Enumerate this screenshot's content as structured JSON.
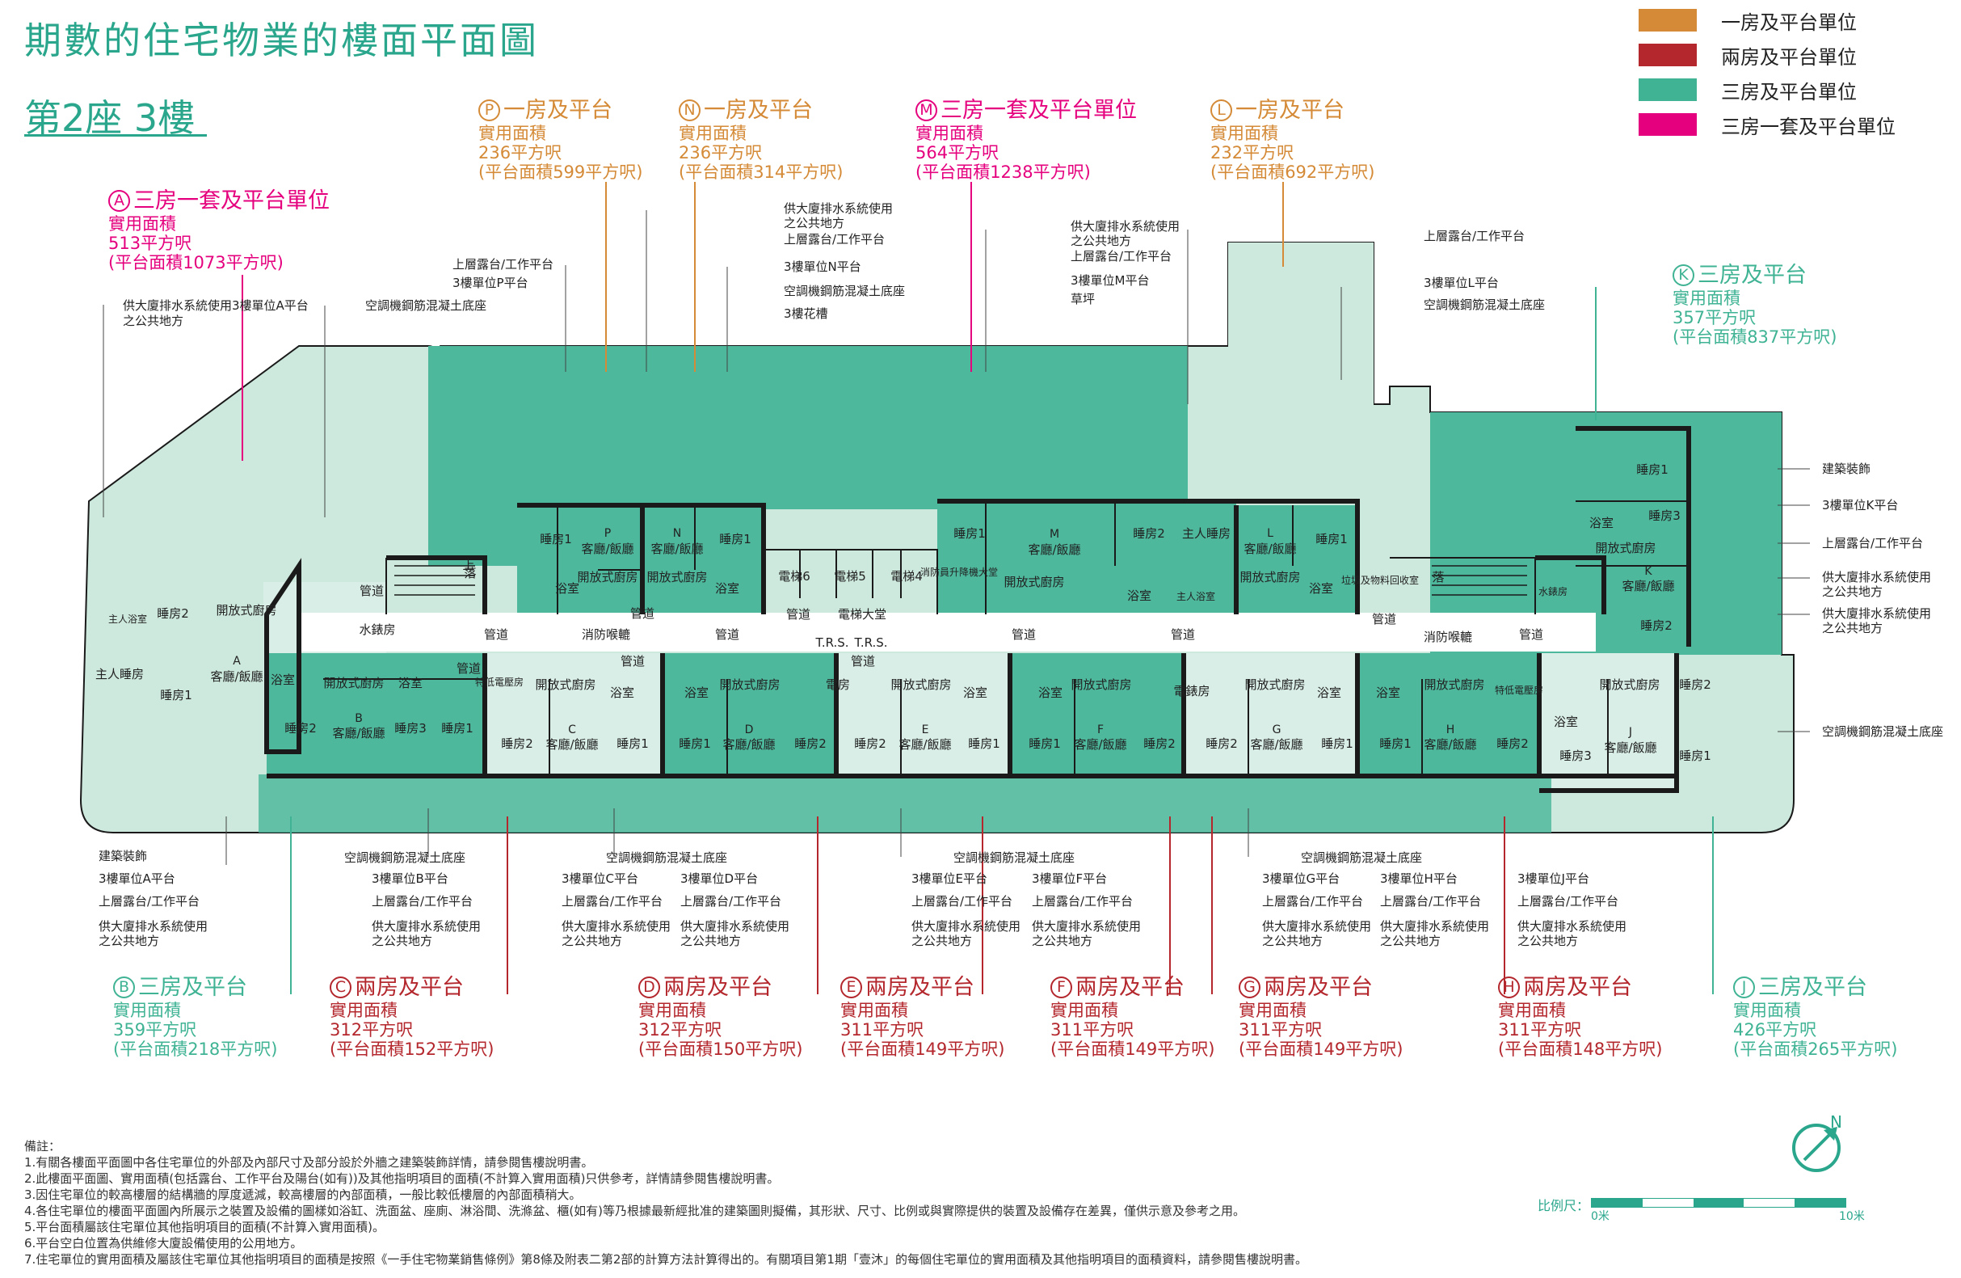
{
  "header": {
    "title": "期數的住宅物業的樓面平面圖",
    "tower_floor": "第2座  3樓"
  },
  "legend": [
    {
      "label": "一房及平台單位",
      "color": "#d48a36"
    },
    {
      "label": "兩房及平台單位",
      "color": "#b3272d"
    },
    {
      "label": "三房及平台單位",
      "color": "#3fb394"
    },
    {
      "label": "三房一套及平台單位",
      "color": "#e5007e"
    }
  ],
  "colors": {
    "accent": "#2aa68c",
    "one_bedroom": "#d48a36",
    "two_bedroom": "#b3272d",
    "three_bedroom": "#3fb394",
    "three_bedroom_suite": "#e5007e",
    "unit_fill": "#4db89c",
    "flat_roof_fill": "#cde8dd",
    "wall": "#1a1a1a"
  },
  "units": {
    "A": {
      "letter": "A",
      "type": "三房一套及平台單位",
      "saleable_label": "實用面積",
      "area": "513平方呎",
      "roof": "(平台面積1073平方呎)",
      "color": "#e5007e"
    },
    "P": {
      "letter": "P",
      "type": "一房及平台",
      "saleable_label": "實用面積",
      "area": "236平方呎",
      "roof": "(平台面積599平方呎)",
      "color": "#d48a36"
    },
    "N": {
      "letter": "N",
      "type": "一房及平台",
      "saleable_label": "實用面積",
      "area": "236平方呎",
      "roof": "(平台面積314平方呎)",
      "color": "#d48a36"
    },
    "M": {
      "letter": "M",
      "type": "三房一套及平台單位",
      "saleable_label": "實用面積",
      "area": "564平方呎",
      "roof": "(平台面積1238平方呎)",
      "color": "#e5007e"
    },
    "L": {
      "letter": "L",
      "type": "一房及平台",
      "saleable_label": "實用面積",
      "area": "232平方呎",
      "roof": "(平台面積692平方呎)",
      "color": "#d48a36"
    },
    "K": {
      "letter": "K",
      "type": "三房及平台",
      "saleable_label": "實用面積",
      "area": "357平方呎",
      "roof": "(平台面積837平方呎)",
      "color": "#3fb394"
    },
    "B": {
      "letter": "B",
      "type": "三房及平台",
      "saleable_label": "實用面積",
      "area": "359平方呎",
      "roof": "(平台面積218平方呎)",
      "color": "#3fb394"
    },
    "C": {
      "letter": "C",
      "type": "兩房及平台",
      "saleable_label": "實用面積",
      "area": "312平方呎",
      "roof": "(平台面積152平方呎)",
      "color": "#b3272d"
    },
    "D": {
      "letter": "D",
      "type": "兩房及平台",
      "saleable_label": "實用面積",
      "area": "312平方呎",
      "roof": "(平台面積150平方呎)",
      "color": "#b3272d"
    },
    "E": {
      "letter": "E",
      "type": "兩房及平台",
      "saleable_label": "實用面積",
      "area": "311平方呎",
      "roof": "(平台面積149平方呎)",
      "color": "#b3272d"
    },
    "F": {
      "letter": "F",
      "type": "兩房及平台",
      "saleable_label": "實用面積",
      "area": "311平方呎",
      "roof": "(平台面積149平方呎)",
      "color": "#b3272d"
    },
    "G": {
      "letter": "G",
      "type": "兩房及平台",
      "saleable_label": "實用面積",
      "area": "311平方呎",
      "roof": "(平台面積149平方呎)",
      "color": "#b3272d"
    },
    "H": {
      "letter": "H",
      "type": "兩房及平台",
      "saleable_label": "實用面積",
      "area": "311平方呎",
      "roof": "(平台面積148平方呎)",
      "color": "#b3272d"
    },
    "J": {
      "letter": "J",
      "type": "三房及平台",
      "saleable_label": "實用面積",
      "area": "426平方呎",
      "roof": "(平台面積265平方呎)",
      "color": "#3fb394"
    }
  },
  "annotations": {
    "top_left": {
      "drain": "供大廈排水系統使用3樓單位A平台",
      "drain2": "之公共地方",
      "ac": "空調機鋼筋混凝土底座"
    },
    "top_p": {
      "upper_roof": "上層露台/工作平台",
      "p_roof": "3樓單位P平台"
    },
    "top_n": {
      "drain1": "供大廈排水系統使用",
      "drain2": "之公共地方",
      "upper_roof": "上層露台/工作平台",
      "n_roof": "3樓單位N平台",
      "ac": "空調機鋼筋混凝土底座",
      "planter": "3樓花槽"
    },
    "top_m": {
      "drain1": "供大廈排水系統使用",
      "drain2": "之公共地方",
      "upper_roof": "上層露台/工作平台",
      "m_roof": "3樓單位M平台",
      "lawn": "草坪"
    },
    "top_l": {
      "upper_roof": "上層露台/工作平台",
      "l_roof": "3樓單位L平台",
      "ac": "空調機鋼筋混凝土底座"
    },
    "right": {
      "arch": "建築裝飾",
      "k_roof": "3樓單位K平台",
      "upper_roof": "上層露台/工作平台",
      "drain_a1": "供大廈排水系統使用",
      "drain_a2": "之公共地方",
      "drain_b1": "供大廈排水系統使用",
      "drain_b2": "之公共地方",
      "ac": "空調機鋼筋混凝土底座"
    },
    "bottom_ab": {
      "arch": "建築裝飾",
      "a_roof": "3樓單位A平台",
      "upper_roof": "上層露台/工作平台",
      "drain1": "供大廈排水系統使用",
      "drain2": "之公共地方"
    },
    "bottom_bc": {
      "ac": "空調機鋼筋混凝土底座",
      "b_roof": "3樓單位B平台",
      "upper_roof": "上層露台/工作平台",
      "drain1": "供大廈排水系統使用",
      "drain2": "之公共地方"
    },
    "bottom_cd": {
      "ac": "空調機鋼筋混凝土底座",
      "c_roof": "3樓單位C平台",
      "d_roof": "3樓單位D平台",
      "upper_roof_c": "上層露台/工作平台",
      "upper_roof_d": "上層露台/工作平台",
      "drain_c1": "供大廈排水系統使用",
      "drain_c2": "之公共地方",
      "drain_d1": "供大廈排水系統使用",
      "drain_d2": "之公共地方"
    },
    "bottom_ef": {
      "ac": "空調機鋼筋混凝土底座",
      "e_roof": "3樓單位E平台",
      "f_roof": "3樓單位F平台",
      "upper_roof_e": "上層露台/工作平台",
      "upper_roof_f": "上層露台/工作平台",
      "drain_e1": "供大廈排水系統使用",
      "drain_e2": "之公共地方",
      "drain_f1": "供大廈排水系統使用",
      "drain_f2": "之公共地方"
    },
    "bottom_gh": {
      "ac": "空調機鋼筋混凝土底座",
      "g_roof": "3樓單位G平台",
      "h_roof": "3樓單位H平台",
      "upper_roof_g": "上層露台/工作平台",
      "upper_roof_h": "上層露台/工作平台",
      "drain_g1": "供大廈排水系統使用",
      "drain_g2": "之公共地方",
      "drain_h1": "供大廈排水系統使用",
      "drain_h2": "之公共地方"
    },
    "bottom_j": {
      "j_roof": "3樓單位J平台",
      "upper_roof": "上層露台/工作平台",
      "drain1": "供大廈排水系統使用",
      "drain2": "之公共地方"
    }
  },
  "rooms": {
    "bedroom": "睡房",
    "bedroom1": "睡房1",
    "bedroom2": "睡房2",
    "bedroom3": "睡房3",
    "master_bedroom": "主人睡房",
    "living_dining": "客廳/飯廳",
    "open_kitchen": "開放式廚房",
    "bathroom": "浴室",
    "master_bath": "主人浴室",
    "duct": "管道",
    "lift6": "電梯6",
    "lift5": "電梯5",
    "lift4": "電梯4",
    "lift_lobby": "電梯大堂",
    "trs": "T.R.S.",
    "elec_room": "電房",
    "telecom_room": "電錶房",
    "water_meter": "水錶房",
    "fire_lobby": "消防喉轆",
    "down": "落",
    "up": "上",
    "fire_lift_lobby": "消防員升降機大堂",
    "refuse_room": "垃圾及物料回收室",
    "special_elec": "特低電壓房",
    "unit_A": "A",
    "unit_B": "B",
    "unit_C": "C",
    "unit_D": "D",
    "unit_E": "E",
    "unit_F": "F",
    "unit_G": "G",
    "unit_H": "H",
    "unit_J": "J",
    "unit_K": "K",
    "unit_L": "L",
    "unit_M": "M",
    "unit_N": "N",
    "unit_P": "P"
  },
  "notes": {
    "heading": "備註：",
    "items": [
      "1.有關各樓面平面圖中各住宅單位的外部及內部尺寸及部分設於外牆之建築裝飾詳情，請參閱售樓說明書。",
      "2.此樓面平面圖、實用面積(包括露台、工作平台及陽台(如有))及其他指明項目的面積(不計算入實用面積)只供參考，詳情請參閱售樓說明書。",
      "3.因住宅單位的較高樓層的結構牆的厚度遞減，較高樓層的內部面積，一般比較低樓層的內部面積稍大。",
      "4.各住宅單位的樓面平面圖內所展示之裝置及設備的圖樣如浴缸、洗面盆、座廁、淋浴間、洗滌盆、櫃(如有)等乃根據最新經批准的建築圖則擬備，其形狀、尺寸、比例或與實際提供的裝置及設備存在差異，僅供示意及參考之用。",
      "5.平台面積屬該住宅單位其他指明項目的面積(不計算入實用面積)。",
      "6.平台空白位置為供維修大廈設備使用的公用地方。",
      "7.住宅單位的實用面積及屬該住宅單位其他指明項目的面積是按照《一手住宅物業銷售條例》第8條及附表二第2部的計算方法計算得出的。有關項目第1期「壹沐」的每個住宅單位的實用面積及其他指明項目的面積資料，請參閱售樓說明書。"
    ]
  },
  "scale": {
    "label": "比例尺：",
    "start": "0米",
    "end": "10米"
  },
  "north": "N"
}
